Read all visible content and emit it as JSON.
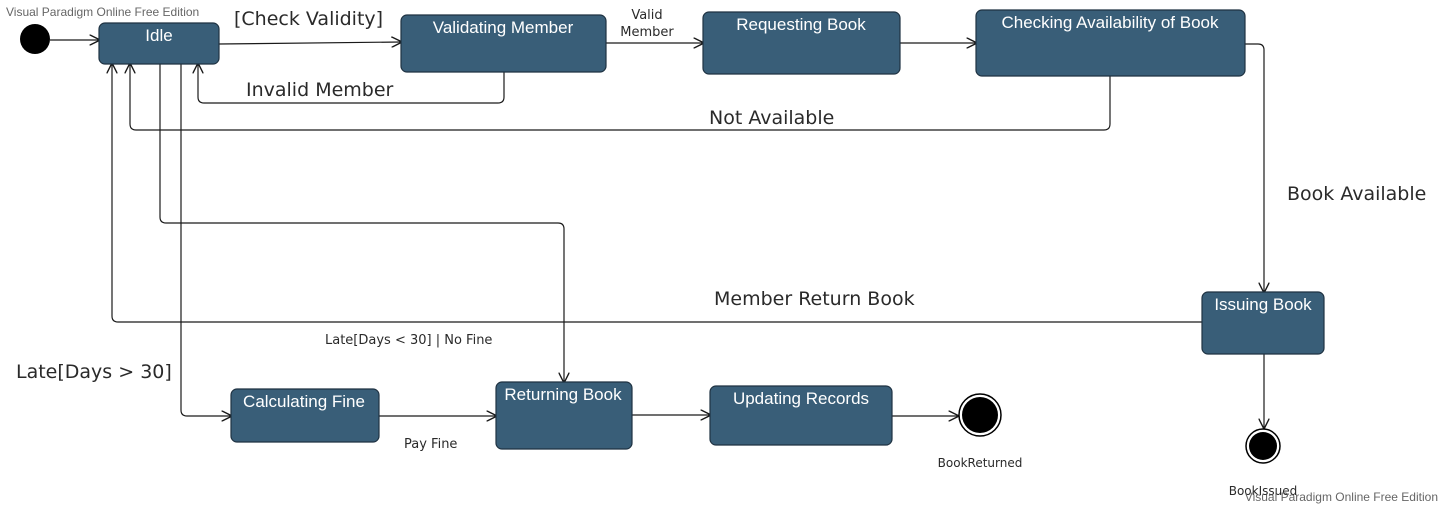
{
  "watermark": {
    "top_left": "Visual Paradigm Online Free Edition",
    "bottom_right": "Visual Paradigm Online Free Edition"
  },
  "states": {
    "idle": "Idle",
    "validating_member": "Validating Member",
    "requesting_book": "Requesting Book",
    "checking_availability": "Checking Availability of Book",
    "issuing_book": "Issuing Book",
    "calculating_fine": "Calculating Fine",
    "returning_book": "Returning Book",
    "updating_records": "Updating Records"
  },
  "final_states": {
    "book_returned": "BookReturned",
    "book_issued": "BookIssued"
  },
  "transitions": {
    "check_validity": "[Check Validity]",
    "valid_member_line1": "Valid",
    "valid_member_line2": "Member",
    "invalid_member": "Invalid Member",
    "not_available": "Not Available",
    "book_available": "Book Available",
    "member_return_book": "Member Return Book",
    "late_no_fine": "Late[Days < 30] | No Fine",
    "late_over_30": "Late[Days > 30]",
    "pay_fine": "Pay Fine"
  },
  "colors": {
    "state_fill": "#395e78",
    "state_text": "#ffffff",
    "edge": "#1a1a1a"
  }
}
